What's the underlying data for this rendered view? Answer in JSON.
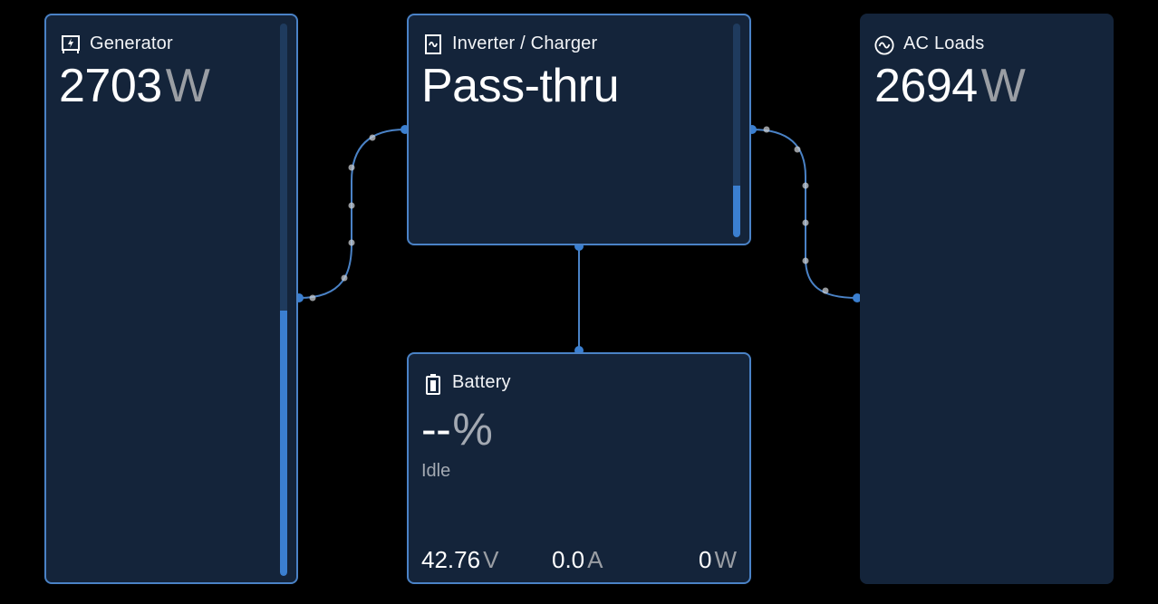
{
  "generator": {
    "title": "Generator",
    "icon": "generator-icon",
    "power_value": "2703",
    "power_unit": "W",
    "load_fraction": 0.48
  },
  "inverter": {
    "title": "Inverter / Charger",
    "icon": "inverter-icon",
    "state": "Pass-thru",
    "load_fraction": 0.24
  },
  "ac_loads": {
    "title": "AC Loads",
    "icon": "ac-wave-icon",
    "power_value": "2694",
    "power_unit": "W"
  },
  "battery": {
    "title": "Battery",
    "icon": "battery-icon",
    "soc_value": "--",
    "soc_unit": "%",
    "status": "Idle",
    "voltage_value": "42.76",
    "voltage_unit": "V",
    "current_value": "0.0",
    "current_unit": "A",
    "power_value": "0",
    "power_unit": "W"
  },
  "colors": {
    "accent": "#4a82c6",
    "card_bg": "#14243a",
    "bar_fill": "#3b7fd0",
    "bar_track": "#1f3b5e"
  }
}
